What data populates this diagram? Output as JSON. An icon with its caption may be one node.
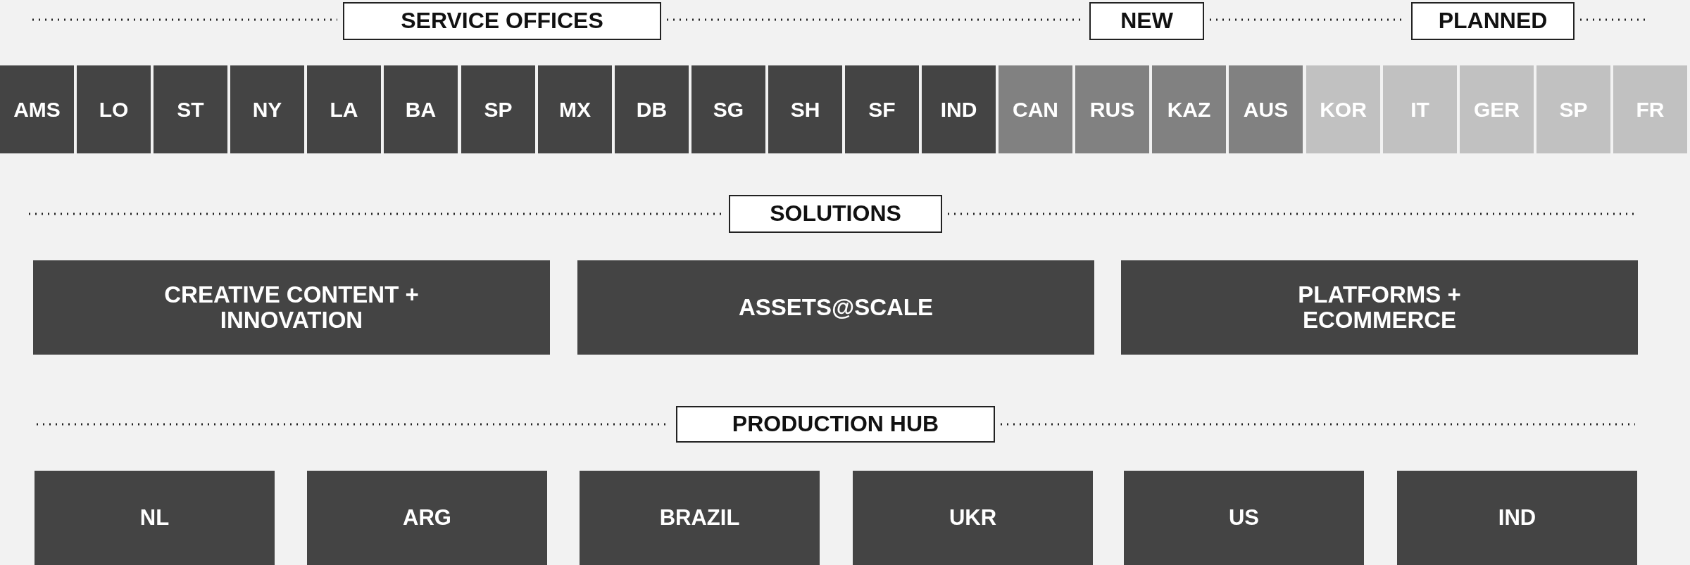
{
  "diagram": {
    "nodes": [
      {
        "text": [
          "SERVICE OFFICES"
        ]
      },
      {
        "text": [
          "NEW"
        ]
      },
      {
        "text": [
          "PLANNED"
        ]
      },
      {
        "text": [
          "AMS"
        ]
      },
      {
        "text": [
          "LO"
        ]
      },
      {
        "text": [
          "ST"
        ]
      },
      {
        "text": [
          "NY"
        ]
      },
      {
        "text": [
          "LA"
        ]
      },
      {
        "text": [
          "BA"
        ]
      },
      {
        "text": [
          "SP"
        ]
      },
      {
        "text": [
          "MX"
        ]
      },
      {
        "text": [
          "DB"
        ]
      },
      {
        "text": [
          "SG"
        ]
      },
      {
        "text": [
          "SH"
        ]
      },
      {
        "text": [
          "SF"
        ]
      },
      {
        "text": [
          "IND"
        ]
      },
      {
        "text": [
          "CAN"
        ]
      },
      {
        "text": [
          "RUS"
        ]
      },
      {
        "text": [
          "KAZ"
        ]
      },
      {
        "text": [
          "AUS"
        ]
      },
      {
        "text": [
          "KOR"
        ]
      },
      {
        "text": [
          "IT"
        ]
      },
      {
        "text": [
          "GER"
        ]
      },
      {
        "text": [
          "SP"
        ]
      },
      {
        "text": [
          "FR"
        ]
      },
      {
        "text": [
          "SOLUTIONS"
        ]
      },
      {
        "text": [
          "CREATIVE CONTENT + INNOVATION"
        ]
      },
      {
        "text": [
          "ASSETS@SCALE"
        ]
      },
      {
        "text": [
          "PLATFORMS + ECOMMERCE"
        ]
      },
      {
        "text": [
          "PRODUCTION HUB"
        ]
      },
      {
        "text": [
          "NL"
        ]
      },
      {
        "text": [
          "ARG"
        ]
      },
      {
        "text": [
          "BRAZIL"
        ]
      },
      {
        "text": [
          "UKR"
        ]
      },
      {
        "text": [
          "US"
        ]
      },
      {
        "text": [
          "IND"
        ]
      }
    ]
  }
}
